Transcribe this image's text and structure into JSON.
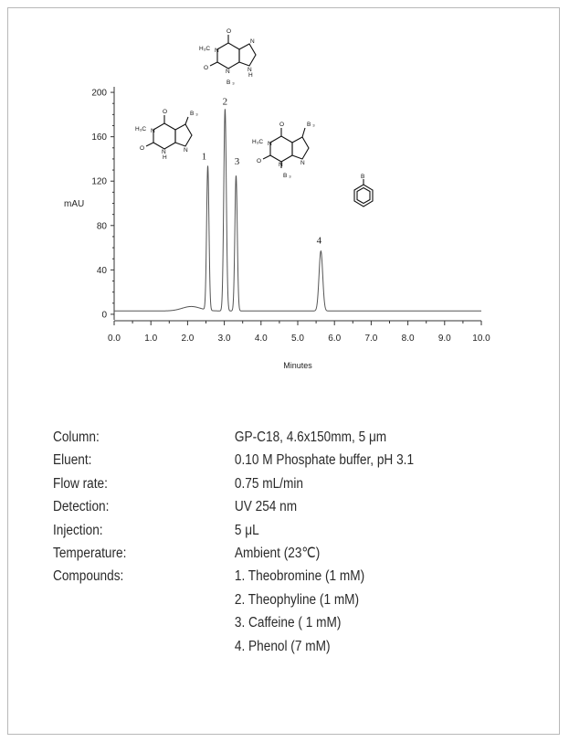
{
  "chart_data": {
    "type": "line",
    "xlabel": "Minutes",
    "ylabel": "mAU",
    "xlim": [
      0,
      10
    ],
    "ylim": [
      -5,
      205
    ],
    "x_ticks": [
      "0.0",
      "1.0",
      "2.0",
      "3.0",
      "4.0",
      "5.0",
      "6.0",
      "7.0",
      "8.0",
      "9.0",
      "10.0"
    ],
    "y_ticks": [
      "0",
      "40",
      "80",
      "120",
      "160",
      "200"
    ],
    "baseline": 3,
    "broad_hump": {
      "center": 2.1,
      "height": 4,
      "width": 0.25
    },
    "peaks": [
      {
        "label": "1",
        "rt": 2.55,
        "height": 133
      },
      {
        "label": "2",
        "rt": 3.02,
        "height": 185
      },
      {
        "label": "3",
        "rt": 3.32,
        "height": 125
      },
      {
        "label": "4",
        "rt": 5.63,
        "height": 57
      }
    ],
    "grid": false
  },
  "molecule_labels": {
    "methyl": "H₃C",
    "N": "N",
    "H": "H",
    "O": "O",
    "ch3": "B ₃",
    "sub": "B"
  },
  "conditions": [
    {
      "label": "Column:",
      "value": "GP-C18, 4.6x150mm, 5 μm"
    },
    {
      "label": "Eluent:",
      "value": "0.10 M Phosphate buffer, pH 3.1"
    },
    {
      "label": "Flow rate:",
      "value": "0.75 mL/min"
    },
    {
      "label": "Detection:",
      "value": "UV 254 nm"
    },
    {
      "label": "Injection:",
      "value": "5 μL"
    },
    {
      "label": "Temperature:",
      "value": "Ambient (23℃)"
    }
  ],
  "compounds": {
    "label": "Compounds:",
    "items": [
      "1. Theobromine (1 mM)",
      "2. Theophyline (1 mM)",
      "3. Caffeine ( 1 mM)",
      "4. Phenol (7 mM)"
    ]
  }
}
